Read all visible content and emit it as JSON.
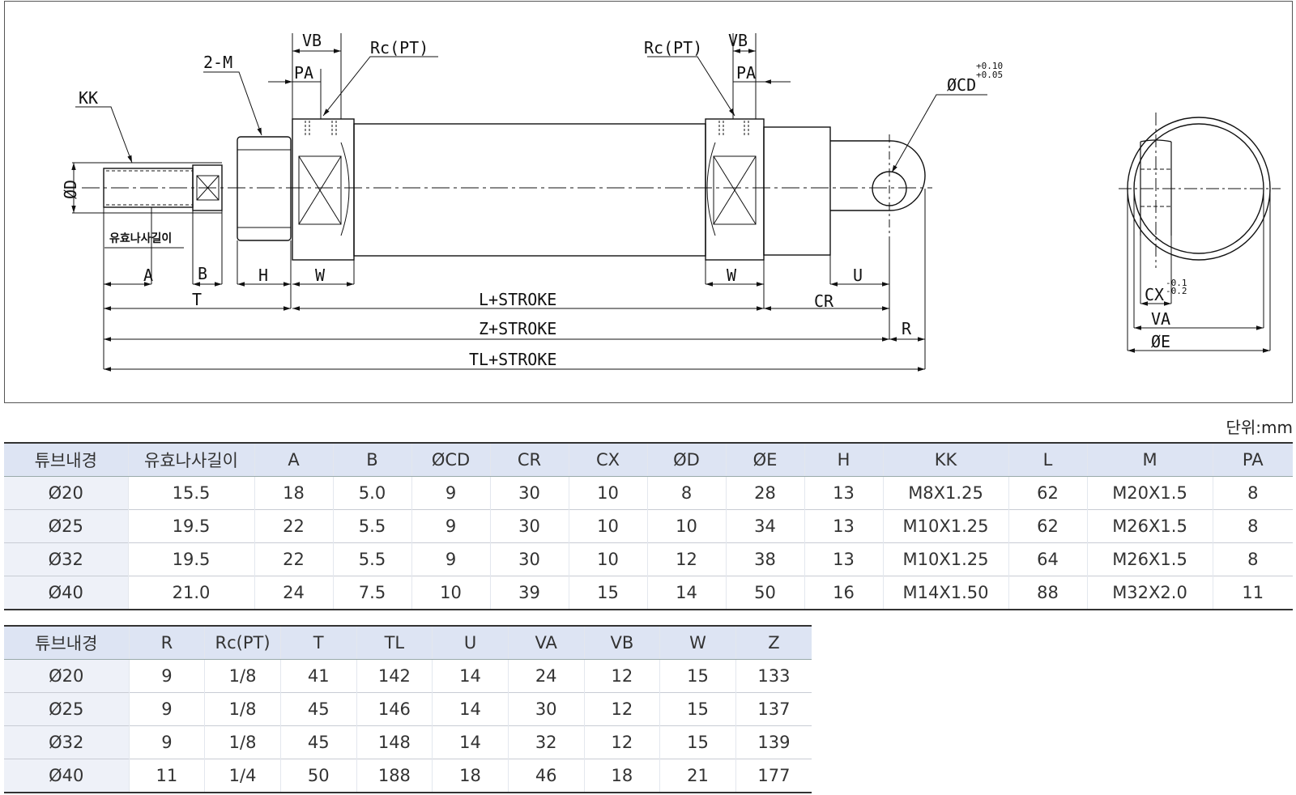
{
  "drawing": {
    "labels": {
      "kk": "KK",
      "two_m": "2-M",
      "vb": "VB",
      "pa": "PA",
      "rc_pt": "Rc(PT)",
      "cd": "ØCD",
      "cd_tol_upper": "+0.10",
      "cd_tol_lower": "+0.05",
      "d": "ØD",
      "thread_length": "유효나사길이",
      "a": "A",
      "b": "B",
      "h": "H",
      "w": "W",
      "u": "U",
      "t": "T",
      "l_stroke": "L+STROKE",
      "cr": "CR",
      "z_stroke": "Z+STROKE",
      "r": "R",
      "tl_stroke": "TL+STROKE",
      "cx": "CX",
      "cx_tol_upper": "-0.1",
      "cx_tol_lower": "-0.2",
      "va": "VA",
      "e": "ØE"
    }
  },
  "unit_label": "단위:mm",
  "table1": {
    "headers": [
      "튜브내경",
      "유효나사길이",
      "A",
      "B",
      "ØCD",
      "CR",
      "CX",
      "ØD",
      "ØE",
      "H",
      "KK",
      "L",
      "M",
      "PA"
    ],
    "rows": [
      [
        "Ø20",
        "15.5",
        "18",
        "5.0",
        "9",
        "30",
        "10",
        "8",
        "28",
        "13",
        "M8X1.25",
        "62",
        "M20X1.5",
        "8"
      ],
      [
        "Ø25",
        "19.5",
        "22",
        "5.5",
        "9",
        "30",
        "10",
        "10",
        "34",
        "13",
        "M10X1.25",
        "62",
        "M26X1.5",
        "8"
      ],
      [
        "Ø32",
        "19.5",
        "22",
        "5.5",
        "9",
        "30",
        "10",
        "12",
        "38",
        "13",
        "M10X1.25",
        "64",
        "M26X1.5",
        "8"
      ],
      [
        "Ø40",
        "21.0",
        "24",
        "7.5",
        "10",
        "39",
        "15",
        "14",
        "50",
        "16",
        "M14X1.50",
        "88",
        "M32X2.0",
        "11"
      ]
    ]
  },
  "table2": {
    "headers": [
      "튜브내경",
      "R",
      "Rc(PT)",
      "T",
      "TL",
      "U",
      "VA",
      "VB",
      "W",
      "Z"
    ],
    "rows": [
      [
        "Ø20",
        "9",
        "1/8",
        "41",
        "142",
        "14",
        "24",
        "12",
        "15",
        "133"
      ],
      [
        "Ø25",
        "9",
        "1/8",
        "45",
        "146",
        "14",
        "30",
        "12",
        "15",
        "137"
      ],
      [
        "Ø32",
        "9",
        "1/8",
        "45",
        "148",
        "14",
        "32",
        "12",
        "15",
        "139"
      ],
      [
        "Ø40",
        "11",
        "1/4",
        "50",
        "188",
        "18",
        "46",
        "18",
        "21",
        "177"
      ]
    ]
  }
}
